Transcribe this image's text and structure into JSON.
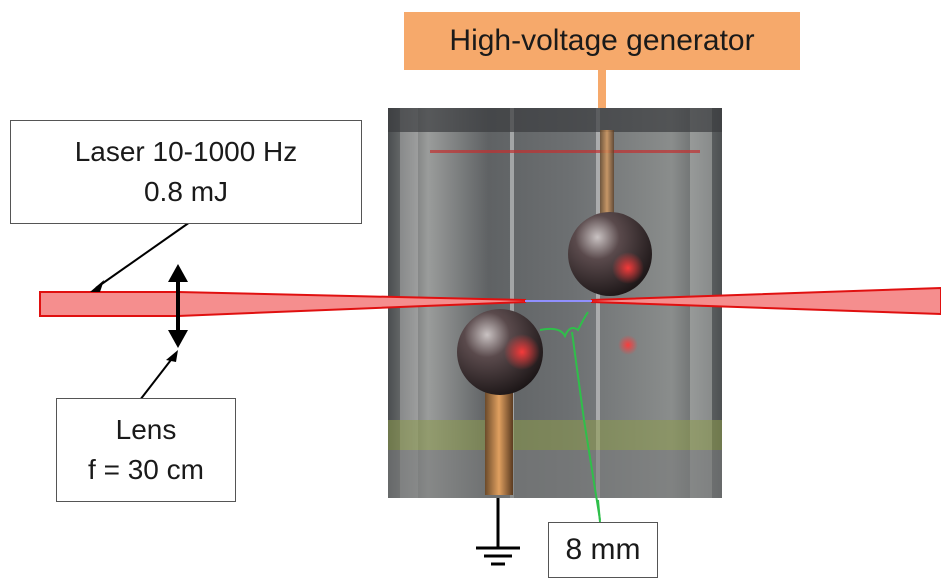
{
  "labels": {
    "generator": "High-voltage generator",
    "laser_line1": "Laser 10-1000 Hz",
    "laser_line2": "0.8 mJ",
    "lens_line1": "Lens",
    "lens_line2": "f = 30 cm",
    "gap": "8 mm"
  },
  "colors": {
    "generator_box": "#f6a96b",
    "laser_beam_fill": "#f58e8e",
    "laser_beam_edge": "#e01010",
    "gap_marker": "#2fbf4a"
  },
  "icons": [
    "ground-icon",
    "lens-arrow-icon"
  ]
}
